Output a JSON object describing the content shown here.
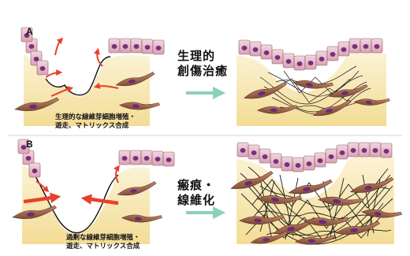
{
  "panels": [
    {
      "id": "A",
      "label": "A",
      "caption_line1": "生理的な線維芽細胞増殖・",
      "caption_line2": "遊走、マトリックス合成",
      "result_line1": "生理的",
      "result_line2": "創傷治癒"
    },
    {
      "id": "B",
      "label": "B",
      "caption_line1": "過剰な線維芽細胞増殖・",
      "caption_line2": "遊走、マトリックス合成",
      "result_line1": "瘢痕・",
      "result_line2": "線維化"
    }
  ],
  "colors": {
    "tissue": "#f7e7b3",
    "epithelium": "#e9c3cf",
    "nucleus": "#7a2e7e",
    "fibroblast": "#9c6048",
    "matrix": "#1a1a1a",
    "arrow_red": "#e8402b",
    "arrow_green": "#8cd0b8"
  }
}
